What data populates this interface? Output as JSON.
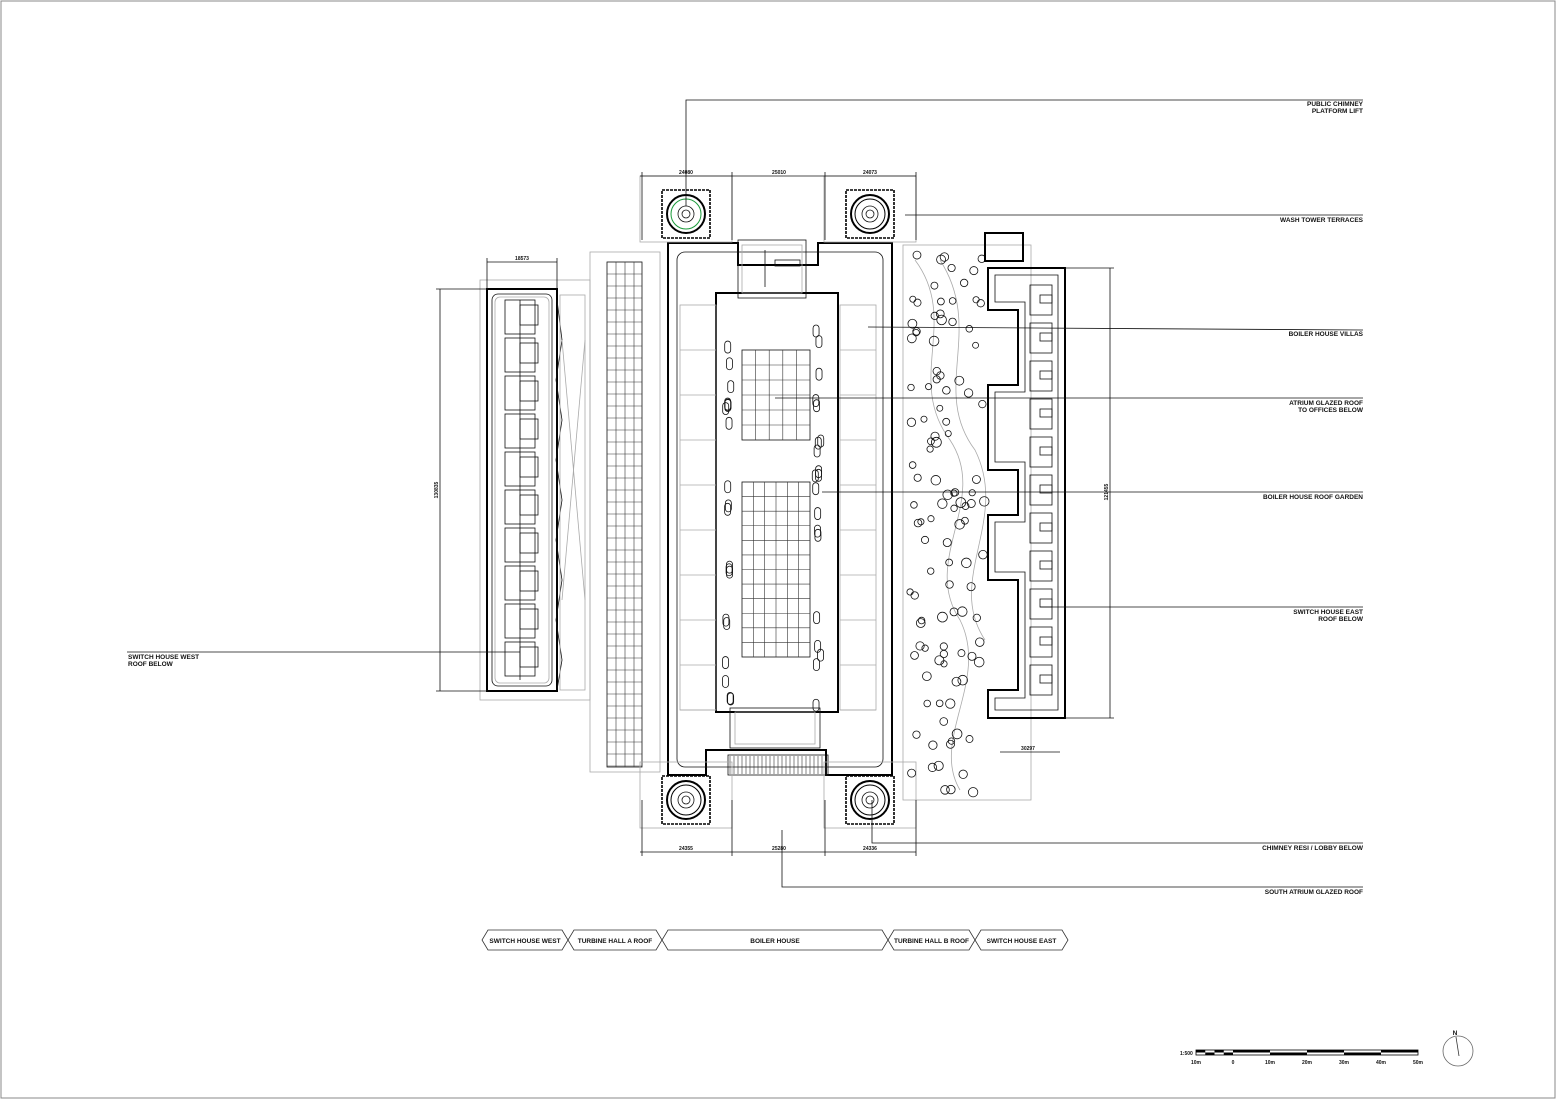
{
  "labels": {
    "public_chimney": [
      "PUBLIC CHIMNEY",
      "PLATFORM LIFT"
    ],
    "wash_tower": "WASH TOWER TERRACES",
    "boiler_villas": "BOILER HOUSE VILLAS",
    "atrium_roof": [
      "ATRIUM GLAZED ROOF",
      "TO OFFICES BELOW"
    ],
    "roof_garden": "BOILER HOUSE ROOF GARDEN",
    "switch_east": [
      "SWITCH HOUSE EAST",
      "ROOF BELOW"
    ],
    "switch_west": [
      "SWITCH HOUSE WEST",
      "ROOF BELOW"
    ],
    "chimney_resi": "CHIMNEY RESI / LOBBY BELOW",
    "south_atrium": "SOUTH ATRIUM GLAZED ROOF"
  },
  "dimensions": {
    "top": [
      "24080",
      "25010",
      "24073"
    ],
    "bottom": [
      "24355",
      "25280",
      "24336"
    ],
    "west_width": "18573",
    "west_height": "130835",
    "east_height": "121455",
    "east_offset": "30297"
  },
  "sections": [
    "SWITCH HOUSE WEST",
    "TURBINE HALL A ROOF",
    "BOILER HOUSE",
    "TURBINE HALL B ROOF",
    "SWITCH HOUSE EAST"
  ],
  "scale": {
    "ratio": "1:500",
    "ticks": [
      "10m",
      "0",
      "10m",
      "20m",
      "30m",
      "40m",
      "50m"
    ]
  },
  "north": "N",
  "colors": {
    "line": "#000000",
    "secondary": "#aaaaaa",
    "chimney_highlight": "#1a9a3a"
  }
}
